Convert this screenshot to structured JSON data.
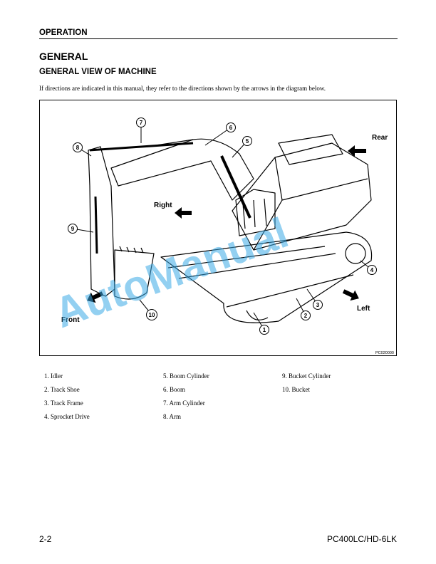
{
  "header": {
    "section": "OPERATION"
  },
  "title": "GENERAL",
  "subtitle": "GENERAL VIEW OF MACHINE",
  "intro": "If directions are indicated in this manual, they refer to the directions shown by the arrows in the diagram below.",
  "figure": {
    "directions": {
      "rear": "Rear",
      "right": "Right",
      "front": "Front",
      "left": "Left"
    },
    "callouts": [
      "1",
      "2",
      "3",
      "4",
      "5",
      "6",
      "7",
      "8",
      "9",
      "10"
    ],
    "code": "PC020000",
    "watermark": "AutoManual"
  },
  "parts": {
    "col1": [
      "1.  Idler",
      "2.  Track Shoe",
      "3.  Track Frame",
      "4.  Sprocket Drive"
    ],
    "col2": [
      "5.  Boom Cylinder",
      "6.  Boom",
      "7.  Arm Cylinder",
      "8.  Arm"
    ],
    "col3": [
      "9.  Bucket Cylinder",
      "10.  Bucket"
    ]
  },
  "footer": {
    "page": "2-2",
    "model": "PC400LC/HD-6LK"
  }
}
